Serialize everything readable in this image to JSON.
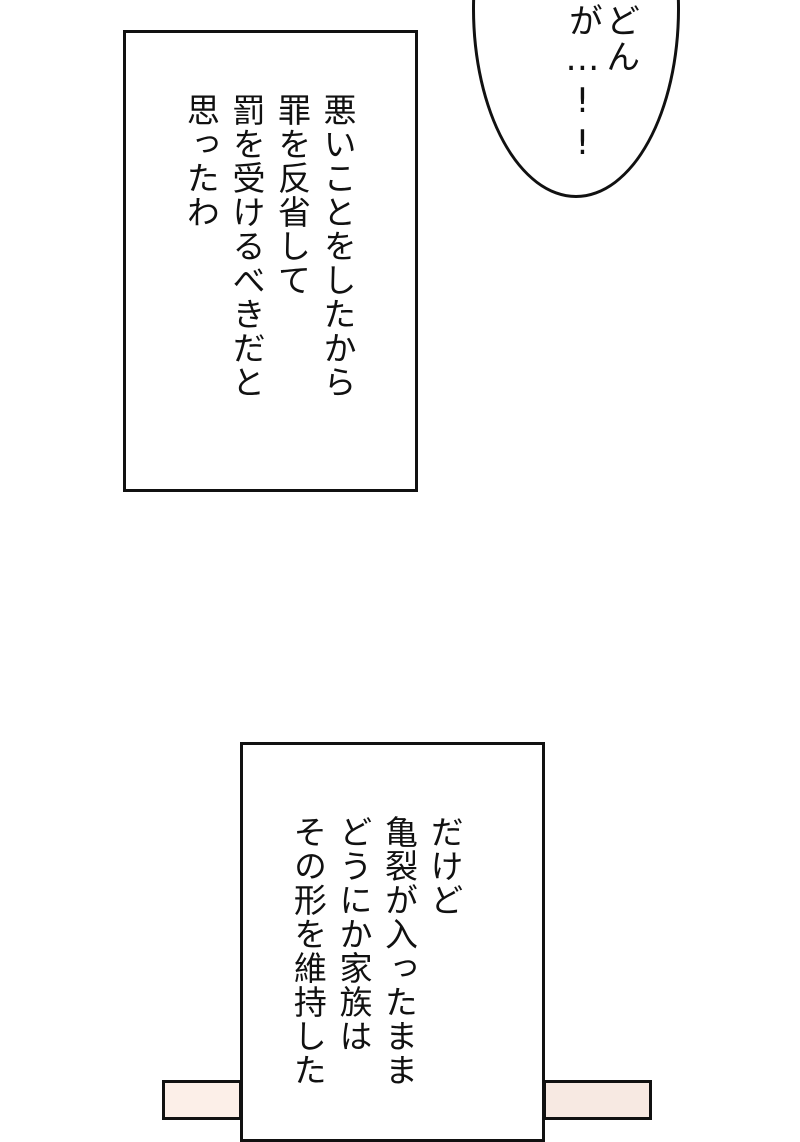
{
  "bubble": {
    "text": "どんが…!!"
  },
  "narration_1": {
    "lines": [
      "悪いことをしたから",
      "罪を反省して",
      "罰を受けるべきだと",
      "思ったわ"
    ]
  },
  "narration_2": {
    "lines": [
      "だけど",
      "亀裂が入ったまま",
      "どうにか家族は",
      "その形を維持した"
    ]
  }
}
